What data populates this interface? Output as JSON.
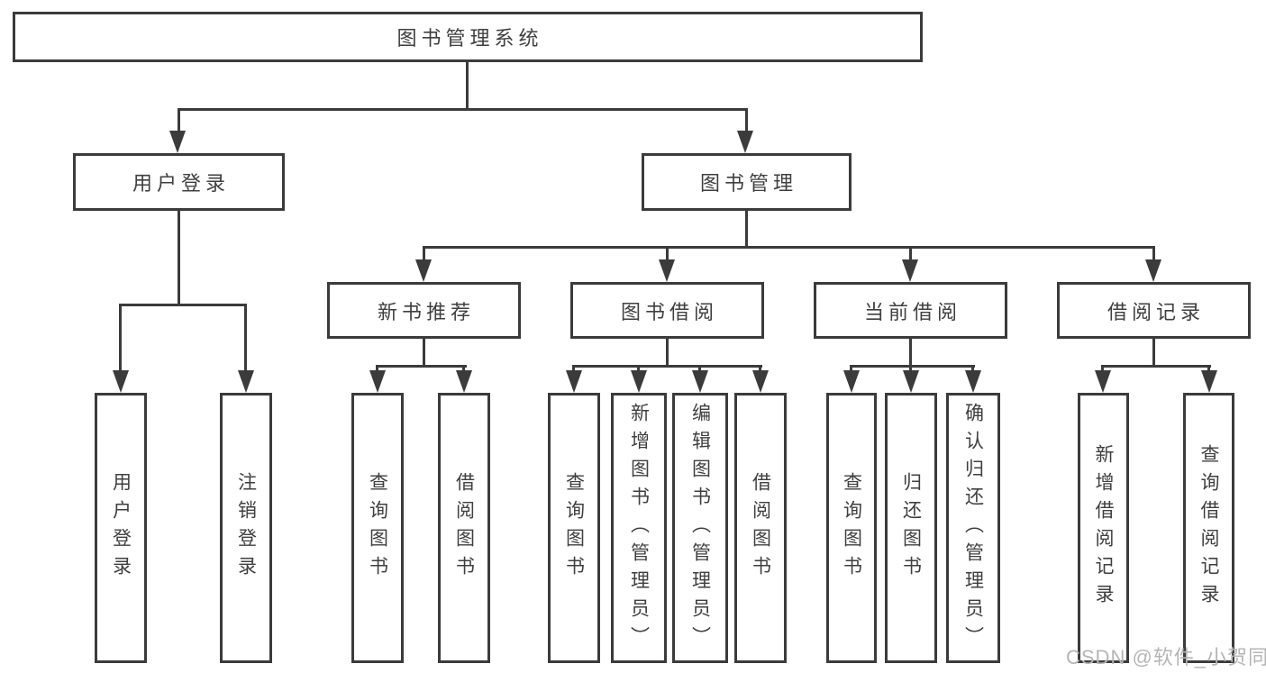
{
  "diagram_title": "图书管理系统",
  "tree": {
    "root": {
      "label": "图书管理系统"
    },
    "branches": [
      {
        "label": "用户登录",
        "children": [
          {
            "label": "用户登录"
          },
          {
            "label": "注销登录"
          }
        ]
      },
      {
        "label": "图书管理",
        "children": [
          {
            "label": "新书推荐",
            "children": [
              {
                "label": "查询图书"
              },
              {
                "label": "借阅图书"
              }
            ]
          },
          {
            "label": "图书借阅",
            "children": [
              {
                "label": "查询图书"
              },
              {
                "label": "新增图书（管理员）"
              },
              {
                "label": "编辑图书（管理员）"
              },
              {
                "label": "借阅图书"
              }
            ]
          },
          {
            "label": "当前借阅",
            "children": [
              {
                "label": "查询图书"
              },
              {
                "label": "归还图书"
              },
              {
                "label": "确认归还（管理员）"
              }
            ]
          },
          {
            "label": "借阅记录",
            "children": [
              {
                "label": "新增借阅记录"
              },
              {
                "label": "查询借阅记录"
              }
            ]
          }
        ]
      }
    ]
  },
  "watermark": {
    "text": "CSDN @软件_小贺同学",
    "color": "#b5b5b5"
  },
  "colors": {
    "line": "#3b3b3b",
    "box_border": "#3b3b3b",
    "text": "#3f3f3f",
    "background": "#ffffff",
    "node_fill": "#ffffff"
  }
}
